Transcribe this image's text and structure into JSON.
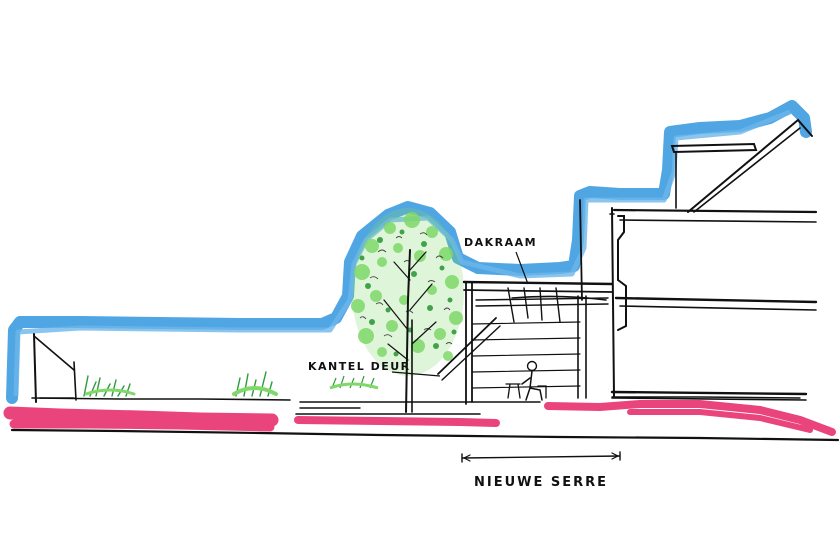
{
  "labels": {
    "dakraam": "DAKRAAM",
    "kantel_deur": "KANTEL DEUR",
    "nieuwe_serre": "NIEUWE SERRE"
  },
  "colors": {
    "sky_wash": "#3d9be0",
    "ground_wash": "#e8306e",
    "foliage_light": "#7fd86a",
    "foliage_dark": "#2f9a3a",
    "ink": "#111111"
  }
}
